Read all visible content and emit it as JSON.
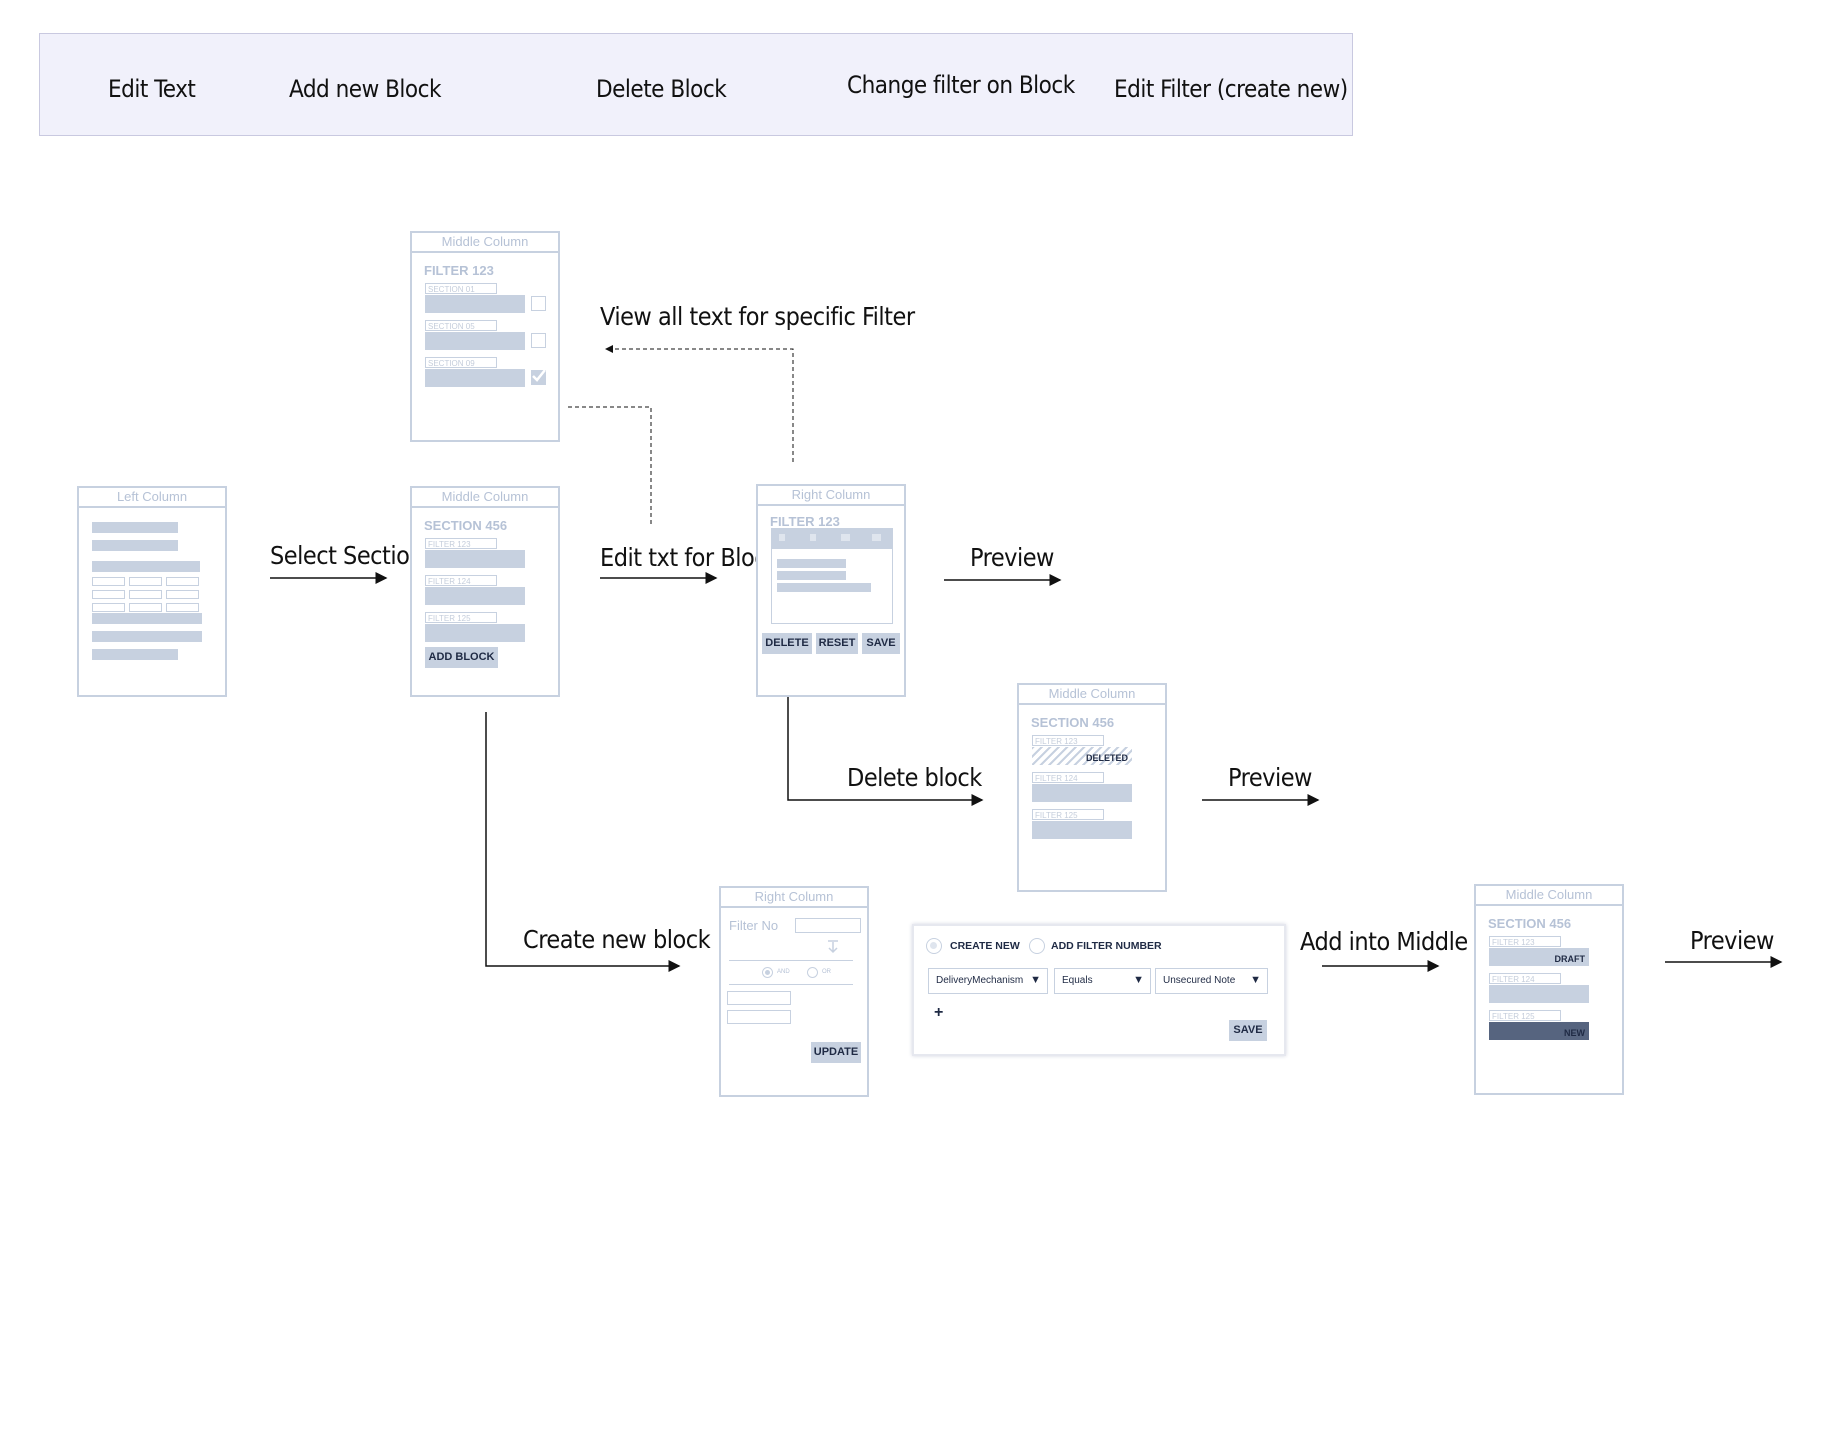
{
  "legend": {
    "items": [
      "Edit Text",
      "Add new Block",
      "Delete Block",
      "Change filter on Block",
      "Edit Filter (create new)"
    ]
  },
  "labels": {
    "select_section": "Select Section",
    "edit_txt_for_block": "Edit txt for Block",
    "view_all_text": "View all text for specific Filter",
    "preview": "Preview",
    "delete_block": "Delete block",
    "create_new_block": "Create new block",
    "add_into_middle": "Add into Middle Column"
  },
  "left_column": {
    "title": "Left Column"
  },
  "middle_top": {
    "title": "Middle Column",
    "heading": "FILTER 123",
    "sections": [
      "SECTION 01",
      "SECTION 05",
      "SECTION 09"
    ],
    "checked_index": 2
  },
  "middle_main": {
    "title": "Middle Column",
    "heading": "SECTION 456",
    "filters": [
      "FILTER 123",
      "FILTER 124",
      "FILTER 125"
    ],
    "add_block": "ADD BLOCK"
  },
  "right_main": {
    "title": "Right Column",
    "heading": "FILTER 123",
    "buttons": {
      "delete": "DELETE",
      "reset": "RESET",
      "save": "SAVE"
    }
  },
  "middle_deleted": {
    "title": "Middle Column",
    "heading": "SECTION 456",
    "filters": [
      "FILTER 123",
      "FILTER 124",
      "FILTER 125"
    ],
    "deleted_badge": "DELETED"
  },
  "right_create": {
    "title": "Right Column",
    "filter_no": "Filter No",
    "and": "AND",
    "or": "OR",
    "update": "UPDATE"
  },
  "create_panel": {
    "create_new": "CREATE NEW",
    "add_filter_number": "ADD FILTER NUMBER",
    "select1": "DeliveryMechanism",
    "select2": "Equals",
    "select3": "Unsecured Note",
    "plus": "+",
    "save": "SAVE"
  },
  "middle_final": {
    "title": "Middle Column",
    "heading": "SECTION 456",
    "filters": [
      "FILTER 123",
      "FILTER 124",
      "FILTER 125"
    ],
    "draft_badge": "DRAFT",
    "new_badge": "NEW"
  },
  "colors": {
    "wire": "#c7d1e0",
    "legend_bg": "#f1f1fb",
    "new_bar": "#56647f",
    "text_dark": "#1f2a44"
  }
}
